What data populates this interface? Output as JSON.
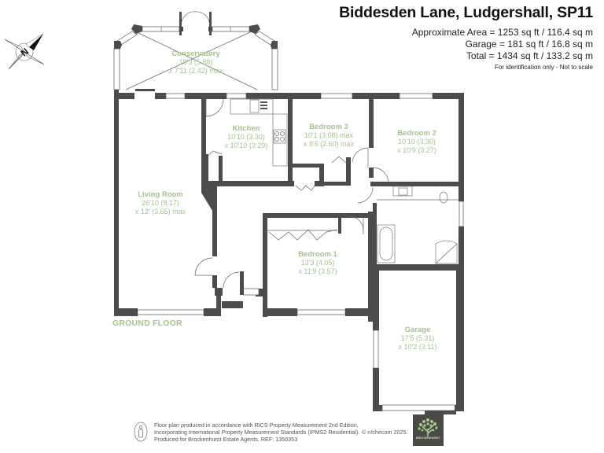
{
  "header": {
    "title": "Biddesden Lane, Ludgershall, SP11",
    "approximate_area": "Approximate Area = 1253 sq ft / 116.4 sq m",
    "garage_area": "Garage = 181 sq ft / 16.8 sq m",
    "total_area": "Total = 1434 sq ft / 133.2 sq m",
    "note": "For identification only - Not to scale"
  },
  "compass": {
    "icon": "north-arrow-icon",
    "label": "N"
  },
  "floor_label": "GROUND FLOOR",
  "rooms": [
    {
      "id": "conservatory",
      "name": "Conservatory",
      "dim1": "19'3 (5.88)",
      "dim2": "x 7'11 (2.42) max"
    },
    {
      "id": "kitchen",
      "name": "Kitchen",
      "dim1": "10'10 (3.30)",
      "dim2": "x 10'10 (3.29)"
    },
    {
      "id": "bedroom3",
      "name": "Bedroom 3",
      "dim1": "10'1 (3.08) max",
      "dim2": "x 8'6 (2.60)  max"
    },
    {
      "id": "bedroom2",
      "name": "Bedroom 2",
      "dim1": "10'10 (3.30)",
      "dim2": "x 10'9 (3.27)"
    },
    {
      "id": "living",
      "name": "Living Room",
      "dim1": "26'10 (8.17)",
      "dim2": "x 12' (3.65) max"
    },
    {
      "id": "bedroom1",
      "name": "Bedroom 1",
      "dim1": "13'3 (4.05)",
      "dim2": "x 11'9 (3.57)"
    },
    {
      "id": "garage",
      "name": "Garage",
      "dim1": "17'5 (5.31)",
      "dim2": "x 10'2 (3.11)"
    }
  ],
  "footer": {
    "line1": "Floor plan produced in accordance with RICS Property Measurement 2nd Edition,",
    "line2": "Incorporating International Property Measurement Standards (IPMS2 Residential).",
    "line3": "Produced for Brockenhurst Estate Agents.   REF: 1350353",
    "copyright": "© n!checom 2025.",
    "person_icon": "person-icon"
  },
  "logo": {
    "text": "BROCKENHURST",
    "icon": "tree-icon"
  },
  "colors": {
    "wall": "#4a4c4e",
    "label": "#a3c48a",
    "logo_bg": "#4a4a44",
    "logo_tree": "#a8c98a"
  }
}
